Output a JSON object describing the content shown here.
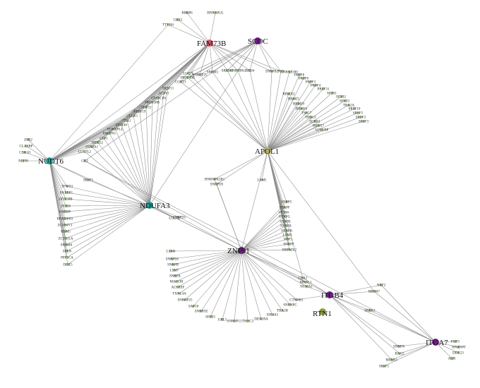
{
  "network": {
    "hubs": [
      {
        "id": "FAM73B",
        "label": "FAM73B",
        "color": "#e0556a"
      },
      {
        "id": "SCOC",
        "label": "SCOC",
        "color": "#6e1f83"
      },
      {
        "id": "APOL1",
        "label": "APOL1",
        "color": "#b5b56a"
      },
      {
        "id": "NUDT6",
        "label": "NUDT6",
        "color": "#17a39a"
      },
      {
        "id": "NDUFA3",
        "label": "NDUFA3",
        "color": "#17a39a"
      },
      {
        "id": "ZNF91",
        "label": "ZNF91",
        "color": "#6e1f83"
      },
      {
        "id": "ITGB4",
        "label": "ITGB4",
        "color": "#6e1f83"
      },
      {
        "id": "RTN1",
        "label": "RTN1",
        "color": "#8d9c3c"
      },
      {
        "id": "ITGA7",
        "label": "ITGA7",
        "color": "#6e1f83"
      }
    ],
    "leaf_color": "#a4d18b",
    "edge_color": "#8a8a8a",
    "leaves": [
      {
        "label": "RBBP6",
        "hubs": [
          "FAM73B"
        ]
      },
      {
        "label": "HNRNPUL",
        "hubs": [
          "FAM73B"
        ]
      },
      {
        "label": "CBX2",
        "hubs": [
          "FAM73B"
        ]
      },
      {
        "label": "TTYH4",
        "hubs": [
          "FAM73B",
          "NUDT6"
        ]
      },
      {
        "label": "SRRM2",
        "hubs": [
          "FAM73B",
          "SCOC",
          "APOL1"
        ]
      },
      {
        "label": "HNRNPA1",
        "hubs": [
          "FAM73B",
          "SCOC",
          "APOL1"
        ]
      },
      {
        "label": "BRD4",
        "hubs": [
          "FAM73B",
          "SCOC",
          "APOL1"
        ]
      },
      {
        "label": "SNRPB2",
        "hubs": [
          "FAM73B",
          "SCOC",
          "APOL1"
        ]
      },
      {
        "label": "FUS",
        "hubs": [
          "FAM73B",
          "SCOC",
          "APOL1"
        ]
      },
      {
        "label": "SRRM1",
        "hubs": [
          "FAM73B",
          "SCOC",
          "APOL1"
        ]
      },
      {
        "label": "LUC7L",
        "hubs": [
          "FAM73B",
          "SCOC",
          "APOL1"
        ]
      },
      {
        "label": "SNRNP25",
        "hubs": [
          "FAM73B",
          "SCOC",
          "APOL1"
        ]
      },
      {
        "label": "PRPF40B",
        "hubs": [
          "FAM73B",
          "SCOC",
          "APOL1"
        ]
      },
      {
        "label": "CCNT1",
        "hubs": [
          "FAM73B",
          "SCOC",
          "APOL1"
        ]
      },
      {
        "label": "SNRNP200",
        "hubs": [
          "APOL1"
        ]
      },
      {
        "label": "PRPF8",
        "hubs": [
          "APOL1"
        ]
      },
      {
        "label": "PRPF6",
        "hubs": [
          "APOL1"
        ]
      },
      {
        "label": "PRPF3",
        "hubs": [
          "APOL1"
        ]
      },
      {
        "label": "PRPF4",
        "hubs": [
          "APOL1"
        ]
      },
      {
        "label": "PRPF31",
        "hubs": [
          "APOL1"
        ]
      },
      {
        "label": "SF3B1",
        "hubs": [
          "APOL1"
        ]
      },
      {
        "label": "SF3B2",
        "hubs": [
          "APOL1"
        ]
      },
      {
        "label": "SF3B3",
        "hubs": [
          "APOL1"
        ]
      },
      {
        "label": "TRA2A",
        "hubs": [
          "APOL1"
        ]
      },
      {
        "label": "SRSF10",
        "hubs": [
          "APOL1"
        ]
      },
      {
        "label": "SRSF5",
        "hubs": [
          "APOL1"
        ]
      },
      {
        "label": "SRSF2",
        "hubs": [
          "APOL1"
        ]
      },
      {
        "label": "SRSF3",
        "hubs": [
          "APOL1"
        ]
      },
      {
        "label": "RBMX2",
        "hubs": [
          "APOL1"
        ]
      },
      {
        "label": "RBM25",
        "hubs": [
          "APOL1"
        ]
      },
      {
        "label": "RBM39",
        "hubs": [
          "APOL1"
        ]
      },
      {
        "label": "RBM26",
        "hubs": [
          "APOL1"
        ]
      },
      {
        "label": "TSFC7",
        "hubs": [
          "APOL1"
        ]
      },
      {
        "label": "THOC1",
        "hubs": [
          "APOL1"
        ]
      },
      {
        "label": "ZCRB1",
        "hubs": [
          "APOL1"
        ]
      },
      {
        "label": "RBM17",
        "hubs": [
          "APOL1"
        ]
      },
      {
        "label": "U2SURP",
        "hubs": [
          "APOL1"
        ]
      },
      {
        "label": "SRSF11",
        "hubs": [
          "NUDT6",
          "NDUFA3",
          "FAM73B"
        ]
      },
      {
        "label": "ACIN1",
        "hubs": [
          "NUDT6",
          "NDUFA3",
          "FAM73B"
        ]
      },
      {
        "label": "GPATCH1",
        "hubs": [
          "NUDT6",
          "NDUFA3",
          "FAM73B"
        ]
      },
      {
        "label": "PRPF38B",
        "hubs": [
          "NUDT6",
          "NDUFA3",
          "FAM73B"
        ]
      },
      {
        "label": "TFIP11",
        "hubs": [
          "NUDT6",
          "NDUFA3",
          "FAM73B"
        ]
      },
      {
        "label": "PRPF19",
        "hubs": [
          "NUDT6",
          "NDUFA3",
          "FAM73B"
        ]
      },
      {
        "label": "CLK1",
        "hubs": [
          "NUDT6",
          "NDUFA3",
          "FAM73B"
        ]
      },
      {
        "label": "TIA1",
        "hubs": [
          "NUDT6",
          "NDUFA3",
          "FAM73B"
        ]
      },
      {
        "label": "DDX46",
        "hubs": [
          "NUDT6",
          "NDUFA3",
          "FAM73B"
        ]
      },
      {
        "label": "HNRNPLL",
        "hubs": [
          "NUDT6",
          "NDUFA3",
          "FAM73B"
        ]
      },
      {
        "label": "PABPN1",
        "hubs": [
          "NUDT6",
          "NDUFA3",
          "FAM73B"
        ]
      },
      {
        "label": "CLP1",
        "hubs": [
          "NUDT6",
          "NDUFA3",
          "FAM73B"
        ]
      },
      {
        "label": "RBM22",
        "hubs": [
          "NUDT6",
          "NDUFA3",
          "FAM73B"
        ]
      },
      {
        "label": "SNRPA1",
        "hubs": [
          "NUDT6",
          "NDUFA3",
          "FAM73B"
        ]
      },
      {
        "label": "LUC7L2",
        "hubs": [
          "NUDT6",
          "NDUFA3"
        ]
      },
      {
        "label": "ZFR2",
        "hubs": [
          "NUDT6"
        ]
      },
      {
        "label": "CLASRP",
        "hubs": [
          "NUDT6"
        ]
      },
      {
        "label": "CDK10",
        "hubs": [
          "NUDT6"
        ]
      },
      {
        "label": "NEFPI",
        "hubs": [
          "NUDT6"
        ]
      },
      {
        "label": "TFWD1",
        "hubs": [
          "NUDT6",
          "NDUFA3"
        ]
      },
      {
        "label": "PAXBP1",
        "hubs": [
          "NUDT6",
          "NDUFA3"
        ]
      },
      {
        "label": "DDX39B",
        "hubs": [
          "NUDT6",
          "NDUFA3"
        ]
      },
      {
        "label": "SF3B6",
        "hubs": [
          "NUDT6",
          "NDUFA3"
        ]
      },
      {
        "label": "KHSRP",
        "hubs": [
          "NUDT6",
          "NDUFA3"
        ]
      },
      {
        "label": "HNRNPH1",
        "hubs": [
          "NUDT6",
          "NDUFA3"
        ]
      },
      {
        "label": "ZC3H4V1",
        "hubs": [
          "NUDT6",
          "NDUFA3"
        ]
      },
      {
        "label": "RBM5",
        "hubs": [
          "NUDT6",
          "NDUFA3"
        ]
      },
      {
        "label": "ZC3H11A",
        "hubs": [
          "NUDT6",
          "NDUFA3"
        ]
      },
      {
        "label": "SRRM4",
        "hubs": [
          "NUDT6",
          "NDUFA3"
        ]
      },
      {
        "label": "SPEN",
        "hubs": [
          "NUDT6",
          "NDUFA3"
        ]
      },
      {
        "label": "PPP1CA",
        "hubs": [
          "NUDT6",
          "NDUFA3"
        ]
      },
      {
        "label": "DDX5",
        "hubs": [
          "NUDT6",
          "NDUFA3"
        ]
      },
      {
        "label": "SNRPD1",
        "hubs": [
          "NDUFA3",
          "ZNF91"
        ]
      },
      {
        "label": "HNRNPA2B1",
        "hubs": [
          "APOL1",
          "ZNF91"
        ]
      },
      {
        "label": "SNRPD3",
        "hubs": [
          "APOL1",
          "ZNF91"
        ]
      },
      {
        "label": "LSM5",
        "hubs": [
          "APOL1"
        ]
      },
      {
        "label": "SNRPC",
        "hubs": [
          "APOL1",
          "ZNF91"
        ]
      },
      {
        "label": "SNRPF",
        "hubs": [
          "APOL1",
          "ZNF91"
        ]
      },
      {
        "label": "SF3B6",
        "hubs": [
          "APOL1",
          "ZNF91"
        ]
      },
      {
        "label": "SNRPG",
        "hubs": [
          "APOL1",
          "ZNF91"
        ]
      },
      {
        "label": "SNRPE",
        "hubs": [
          "APOL1",
          "ZNF91"
        ]
      },
      {
        "label": "SNRPA",
        "hubs": [
          "APOL1",
          "ZNF91"
        ]
      },
      {
        "label": "SNRPB",
        "hubs": [
          "APOL1",
          "ZNF91"
        ]
      },
      {
        "label": "LSM3",
        "hubs": [
          "APOL1",
          "ZNF91"
        ]
      },
      {
        "label": "PHF5",
        "hubs": [
          "APOL1",
          "ZNF91"
        ]
      },
      {
        "label": "SNRPF",
        "hubs": [
          "APOL1",
          "ZNF91"
        ]
      },
      {
        "label": "RBPMX2",
        "hubs": [
          "APOL1",
          "ZNF91"
        ]
      },
      {
        "label": "LSM6",
        "hubs": [
          "ZNF91"
        ]
      },
      {
        "label": "SNRPD1",
        "hubs": [
          "ZNF91"
        ]
      },
      {
        "label": "SNRPB",
        "hubs": [
          "ZNF91"
        ]
      },
      {
        "label": "LSM7",
        "hubs": [
          "ZNF91"
        ]
      },
      {
        "label": "SNRPA",
        "hubs": [
          "ZNF91"
        ]
      },
      {
        "label": "MAGOH",
        "hubs": [
          "ZNF91"
        ]
      },
      {
        "label": "ALYREF",
        "hubs": [
          "ZNF91"
        ]
      },
      {
        "label": "TXNL4A",
        "hubs": [
          "ZNF91"
        ]
      },
      {
        "label": "SNRNP25",
        "hubs": [
          "ZNF91"
        ]
      },
      {
        "label": "SAP18",
        "hubs": [
          "ZNF91"
        ]
      },
      {
        "label": "SNRPD2",
        "hubs": [
          "ZNF91"
        ]
      },
      {
        "label": "SF3B5",
        "hubs": [
          "ZNF91"
        ]
      },
      {
        "label": "UBL5",
        "hubs": [
          "ZNF91"
        ]
      },
      {
        "label": "SNRNP13",
        "hubs": [
          "ZNF91"
        ]
      },
      {
        "label": "THOC3",
        "hubs": [
          "ZNF91"
        ]
      },
      {
        "label": "DDX39A",
        "hubs": [
          "ZNF91"
        ]
      },
      {
        "label": "EIF4A3",
        "hubs": [
          "ZNF91"
        ]
      },
      {
        "label": "TRA2B",
        "hubs": [
          "ZNF91"
        ]
      },
      {
        "label": "SNRNPC",
        "hubs": [
          "ZNF91"
        ]
      },
      {
        "label": "CTNNB1",
        "hubs": [
          "ZNF91",
          "ITGB4"
        ]
      },
      {
        "label": "NUMA1",
        "hubs": [
          "ZNF91",
          "ITGB4"
        ]
      },
      {
        "label": "CBX2",
        "hubs": [
          "ZNF91",
          "ITGB4",
          "APOL1"
        ]
      },
      {
        "label": "MBNL1",
        "hubs": [
          "NDUFA3",
          "ZNF91"
        ]
      },
      {
        "label": "LUC7L",
        "hubs": [
          "NDUFA3",
          "NUDT6"
        ]
      },
      {
        "label": "SRSF1",
        "hubs": [
          "NUDT6",
          "NDUFA3"
        ]
      },
      {
        "label": "CD2",
        "hubs": [
          "ITGB4",
          "ITGA7",
          "SCOC"
        ]
      },
      {
        "label": "NRF2",
        "hubs": [
          "ITGB4",
          "ITGA7"
        ]
      },
      {
        "label": "RBM47",
        "hubs": [
          "ITGB4",
          "ITGA7",
          "APOL1"
        ]
      },
      {
        "label": "SRRK1",
        "hubs": [
          "ITGB4",
          "ITGA7"
        ]
      },
      {
        "label": "SNRPN",
        "hubs": [
          "ITGB4",
          "ITGA7"
        ]
      },
      {
        "label": "BAG2",
        "hubs": [
          "ITGB4",
          "ITGA7"
        ]
      },
      {
        "label": "RBMS1",
        "hubs": [
          "ITGB4",
          "ITGA7"
        ]
      },
      {
        "label": "SRSF1",
        "hubs": [
          "ITGA7"
        ]
      },
      {
        "label": "PSIP1",
        "hubs": [
          "ITGA7"
        ]
      },
      {
        "label": "HNRNPF",
        "hubs": [
          "ITGA7"
        ]
      },
      {
        "label": "DDX23",
        "hubs": [
          "ITGA7"
        ]
      },
      {
        "label": "AQR",
        "hubs": [
          "ITGA7"
        ]
      }
    ]
  }
}
